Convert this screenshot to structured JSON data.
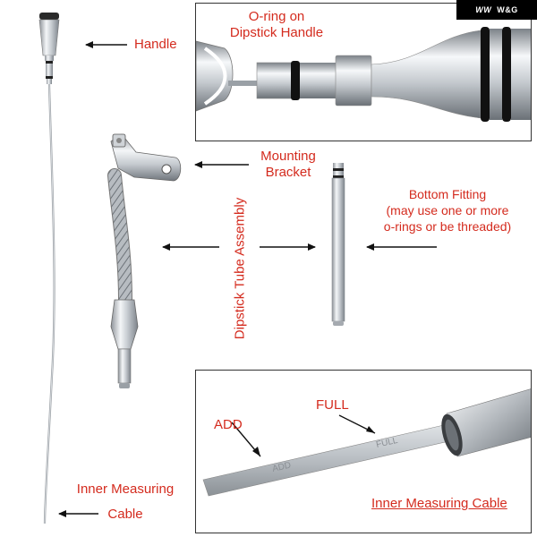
{
  "brand": {
    "badge_text": "W&G",
    "mark": "WW"
  },
  "labels": {
    "handle": "Handle",
    "oring_line1": "O-ring on",
    "oring_line2": "Dipstick Handle",
    "mounting_line1": "Mounting",
    "mounting_line2": "Bracket",
    "bottom_line1": "Bottom Fitting",
    "bottom_line2": "(may use one or more",
    "bottom_line3": "o-rings or be threaded)",
    "tube_assembly": "Dipstick Tube Assembly",
    "inner_line1": "Inner Measuring",
    "inner_line2": "Cable",
    "add": "ADD",
    "full": "FULL",
    "inner_caption": "Inner Measuring Cable",
    "stamp_add": "ADD",
    "stamp_full": "FULL"
  },
  "colors": {
    "label_red": "#d42b1e",
    "arrow": "#111111",
    "border": "#333333"
  }
}
